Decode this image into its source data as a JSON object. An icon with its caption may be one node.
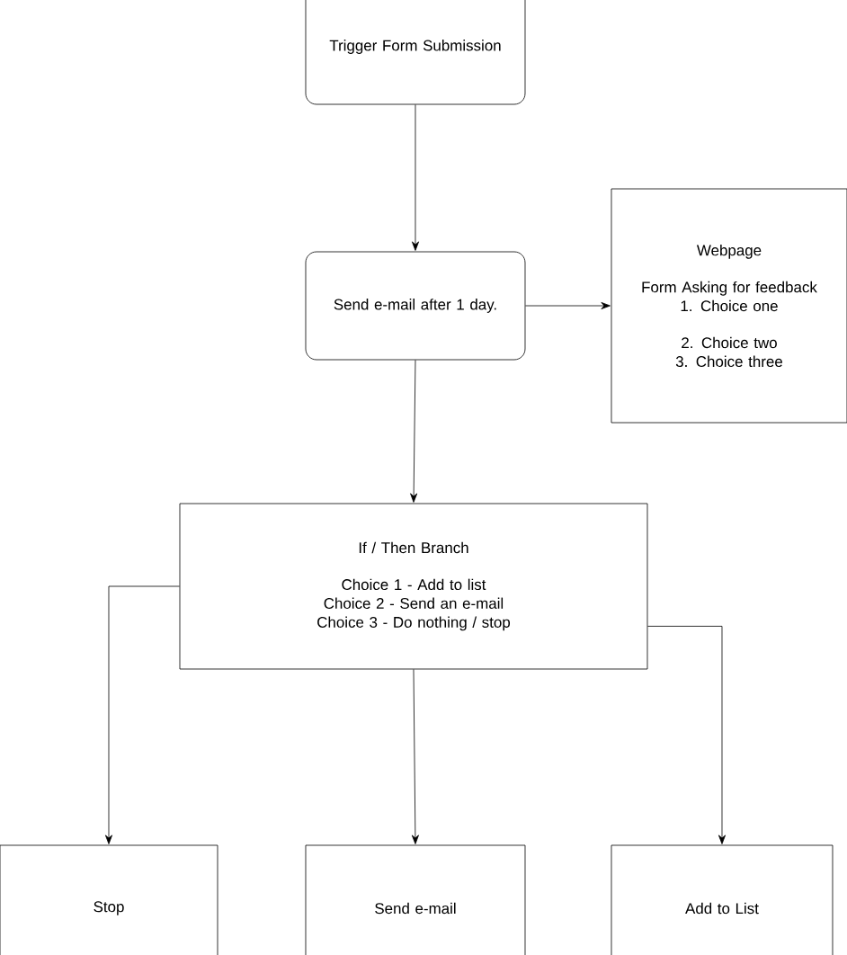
{
  "diagram": {
    "nodes": [
      {
        "text": [
          "Trigger Form Submission"
        ]
      },
      {
        "text": [
          "Send e-mail after 1 day."
        ]
      },
      {
        "text": [
          "Webpage",
          "Form Asking for feedback",
          "1. Choice one",
          "2. Choice two",
          "3. Choice three"
        ]
      },
      {
        "text": [
          "If / Then Branch",
          "Choice 1 - Add to list",
          "Choice 2 - Send an e-mail",
          "Choice 3 - Do nothing / stop"
        ]
      },
      {
        "text": [
          "Stop"
        ]
      },
      {
        "text": [
          "Send e-mail"
        ]
      },
      {
        "text": [
          "Add to List"
        ]
      }
    ],
    "edges": [
      {
        "from": 0,
        "to": 1,
        "arrow": "to"
      },
      {
        "from": 1,
        "to": 2,
        "arrow": "to"
      },
      {
        "from": 1,
        "to": 3,
        "arrow": "to"
      },
      {
        "from": 3,
        "to": 4,
        "arrow": "to"
      },
      {
        "from": 3,
        "to": 5,
        "arrow": "to"
      },
      {
        "from": 3,
        "to": 6,
        "arrow": "to"
      }
    ]
  }
}
